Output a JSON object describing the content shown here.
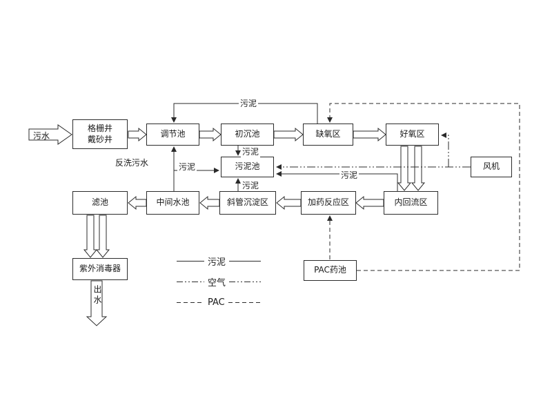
{
  "diagram": {
    "title": "wastewater-treatment-process-flow",
    "boxes": {
      "grit_chamber_line1": "格栅井",
      "grit_chamber_line2": "戴砂井",
      "regulating_tank": "调节池",
      "primary_sedimentation_tank": "初沉池",
      "anoxic_zone": "缺氧区",
      "aerobic_zone": "好氧区",
      "blower": "风机",
      "sludge_tank": "污泥池",
      "filter_tank": "滤池",
      "intermediate_tank": "中间水池",
      "inclined_tube_settling_zone": "斜管沉淀区",
      "dosing_reaction_zone": "加药反应区",
      "internal_reflux_zone": "内回流区",
      "uv_disinfector": "紫外消毒器",
      "pac_tank": "PAC药池"
    },
    "flow_labels": {
      "influent": "污水",
      "effluent": "出水",
      "sludge": "污泥",
      "backwash": "反洗污水"
    },
    "legend": [
      {
        "label": "污泥",
        "line_style": "solid"
      },
      {
        "label": "空气",
        "line_style": "dash-dot"
      },
      {
        "label": "PAC",
        "line_style": "dashed"
      }
    ],
    "colors": {
      "line": "#2a2a2a",
      "background": "#ffffff",
      "box_fill": "#ffffff"
    }
  }
}
